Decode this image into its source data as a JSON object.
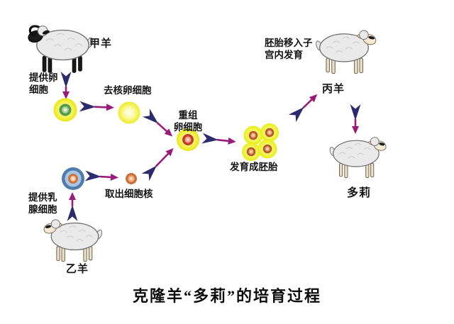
{
  "title": "克隆羊“多莉”的培育过程",
  "labels": {
    "sheep_a": "甲羊",
    "sheep_b": "乙羊",
    "sheep_c": "丙羊",
    "dolly": "多莉",
    "provide_egg": "提供卵\n细胞",
    "enucleated_egg": "去核卵细胞",
    "recombined_egg": "重组\n卵细胞",
    "extract_nucleus": "取出细胞核",
    "provide_mammary": "提供乳\n腺细胞",
    "develop_embryo": "发育成胚胎",
    "embryo_transfer": "胚胎移入子\n宫内发育"
  },
  "icons": {
    "sheep_a": "black-faced-sheep-icon",
    "sheep_b": "white-faced-sheep-icon",
    "sheep_c": "white-faced-sheep-icon",
    "dolly": "white-faced-sheep-icon",
    "egg_cell": "yellow-cell-green-nucleus-icon",
    "enucleated_egg_cell": "yellow-cell-no-nucleus-icon",
    "mammary_cell": "blue-cell-orange-nucleus-icon",
    "extracted_nucleus": "orange-nucleus-icon",
    "recombined_egg_cell": "yellow-cell-red-nucleus-icon",
    "embryo": "four-cell-embryo-icon",
    "arrow": "purple-dart-arrow-icon"
  },
  "colors": {
    "background": "#ffffff",
    "text": "#141414",
    "arrow_body": "#2e2a6e",
    "arrow_head": "#9a1c7a",
    "cell_membrane_yellow": "#f0ee2a",
    "egg_nucleus_green": "#4e9c48",
    "mammary_cell_blue": "#4e7dad",
    "nucleus_orange": "#cc7241",
    "recombined_nucleus_red": "#c33b28",
    "embryo_nucleus_rust": "#b55a2e",
    "sheep_body_gray": "#eaeaea",
    "sheep_face_cream": "#f4e9d3"
  }
}
